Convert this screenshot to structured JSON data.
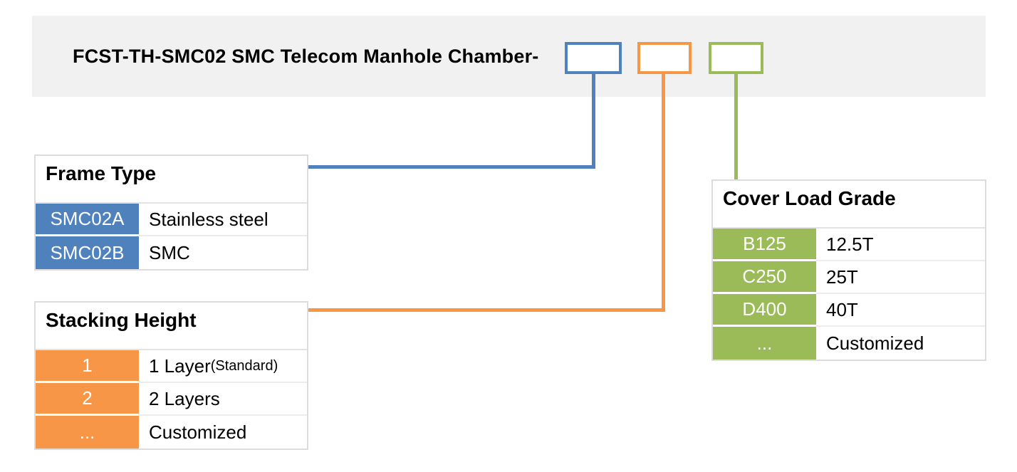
{
  "title_band": {
    "title": "FCST-TH-SMC02 SMC Telecom Manhole Chamber-"
  },
  "code_boxes": [
    {
      "name": "frame-type-code-box",
      "color": "#4F81BD"
    },
    {
      "name": "stacking-height-code-box",
      "color": "#F79646"
    },
    {
      "name": "cover-load-grade-code-box",
      "color": "#9BBB59"
    }
  ],
  "tables": {
    "frame_type": {
      "title": "Frame Type",
      "accent_color": "#4F81BD",
      "rows": [
        {
          "code": "SMC02A",
          "value": "Stainless steel"
        },
        {
          "code": "SMC02B",
          "value": "SMC"
        }
      ]
    },
    "stacking_height": {
      "title": "Stacking Height",
      "accent_color": "#F79646",
      "rows": [
        {
          "code": "1",
          "value": "1 Layer",
          "note": "(Standard)"
        },
        {
          "code": "2",
          "value": "2 Layers"
        },
        {
          "code": "...",
          "value": "Customized"
        }
      ]
    },
    "cover_load_grade": {
      "title": "Cover Load Grade",
      "accent_color": "#9BBB59",
      "rows": [
        {
          "code": "B125",
          "value": "12.5T"
        },
        {
          "code": "C250",
          "value": "25T"
        },
        {
          "code": "D400",
          "value": "40T"
        },
        {
          "code": "...",
          "value": "Customized"
        }
      ]
    }
  },
  "colors": {
    "band_background": "#f1f1f1",
    "table_border": "#dcdcdc",
    "text": "#000000",
    "key_text": "#ffffff"
  }
}
